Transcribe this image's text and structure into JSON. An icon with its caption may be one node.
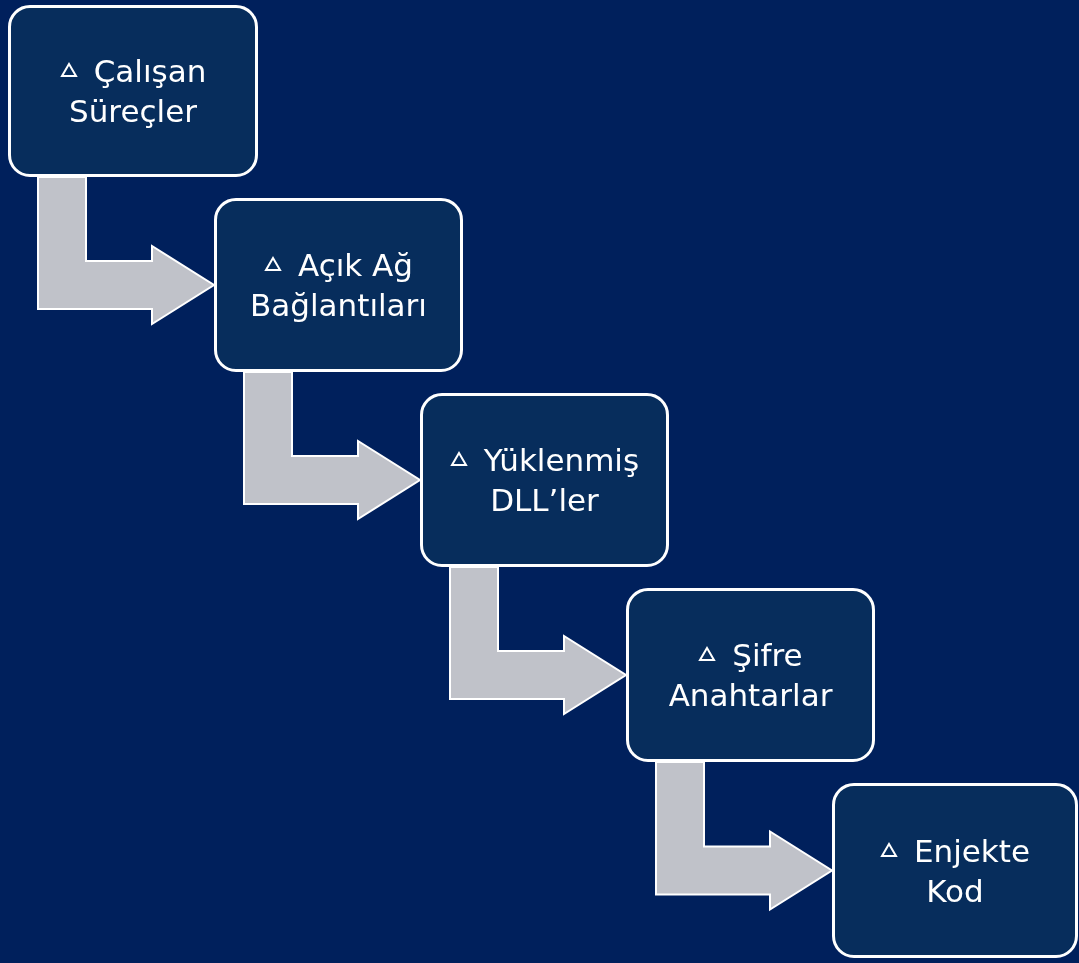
{
  "diagram": {
    "nodes": [
      {
        "text": [
          "Çalışan Süreçler"
        ]
      },
      {
        "text": [
          "Açık Ağ Bağlantıları"
        ]
      },
      {
        "text": [
          "Yüklenmiş DLL’ler"
        ]
      },
      {
        "text": [
          "Şifre Anahtarlar"
        ]
      },
      {
        "text": [
          "Enjekte Kod"
        ]
      }
    ],
    "edges": [
      {
        "from": 0,
        "to": 1,
        "arrow": "to"
      },
      {
        "from": 1,
        "to": 2,
        "arrow": "to"
      },
      {
        "from": 2,
        "to": 3,
        "arrow": "to"
      },
      {
        "from": 3,
        "to": 4,
        "arrow": "to"
      }
    ]
  }
}
